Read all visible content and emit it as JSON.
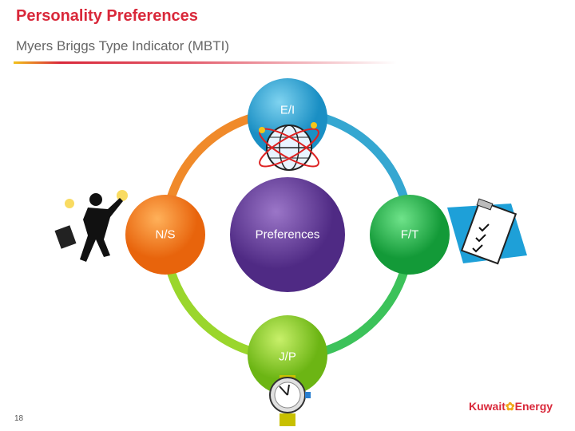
{
  "slide": {
    "title": "Personality Preferences",
    "subtitle": "Myers Briggs Type Indicator (MBTI)",
    "page_number": "18"
  },
  "diagram": {
    "center": "Preferences",
    "nodes": {
      "top": "E/I",
      "left": "N/S",
      "right": "F/T",
      "bottom": "J/P"
    }
  },
  "logo": {
    "left": "Kuwait",
    "right": "Energy"
  },
  "colors": {
    "title": "#d9283a",
    "top": "#2ea6d4",
    "left": "#f27a1a",
    "right": "#22b84a",
    "bottom": "#8fd21e",
    "center": "#6a3f9a"
  }
}
